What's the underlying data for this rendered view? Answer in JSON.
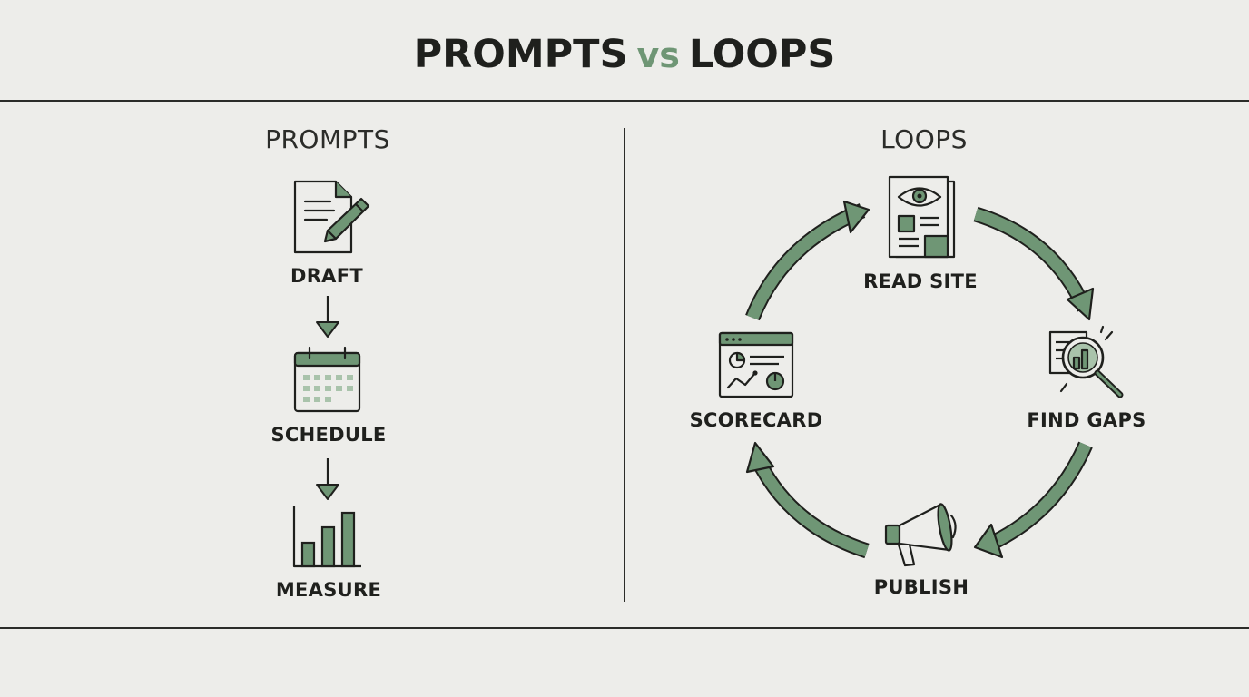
{
  "title": {
    "left": "PROMPTS",
    "vs": "vs",
    "right": "LOOPS"
  },
  "prompts": {
    "heading": "PROMPTS",
    "steps": [
      {
        "label": "DRAFT",
        "icon": "document-pencil-icon"
      },
      {
        "label": "SCHEDULE",
        "icon": "calendar-icon"
      },
      {
        "label": "MEASURE",
        "icon": "bar-chart-icon"
      }
    ]
  },
  "loops": {
    "heading": "LOOPS",
    "steps": [
      {
        "label": "READ SITE",
        "icon": "newspaper-eye-icon"
      },
      {
        "label": "FIND GAPS",
        "icon": "magnifier-chart-icon"
      },
      {
        "label": "PUBLISH",
        "icon": "megaphone-icon"
      },
      {
        "label": "SCORECARD",
        "icon": "dashboard-window-icon"
      }
    ]
  },
  "colors": {
    "accent": "#6f9675",
    "accent_light": "#a9c3ab",
    "ink": "#1f201d",
    "background": "#ededea"
  }
}
